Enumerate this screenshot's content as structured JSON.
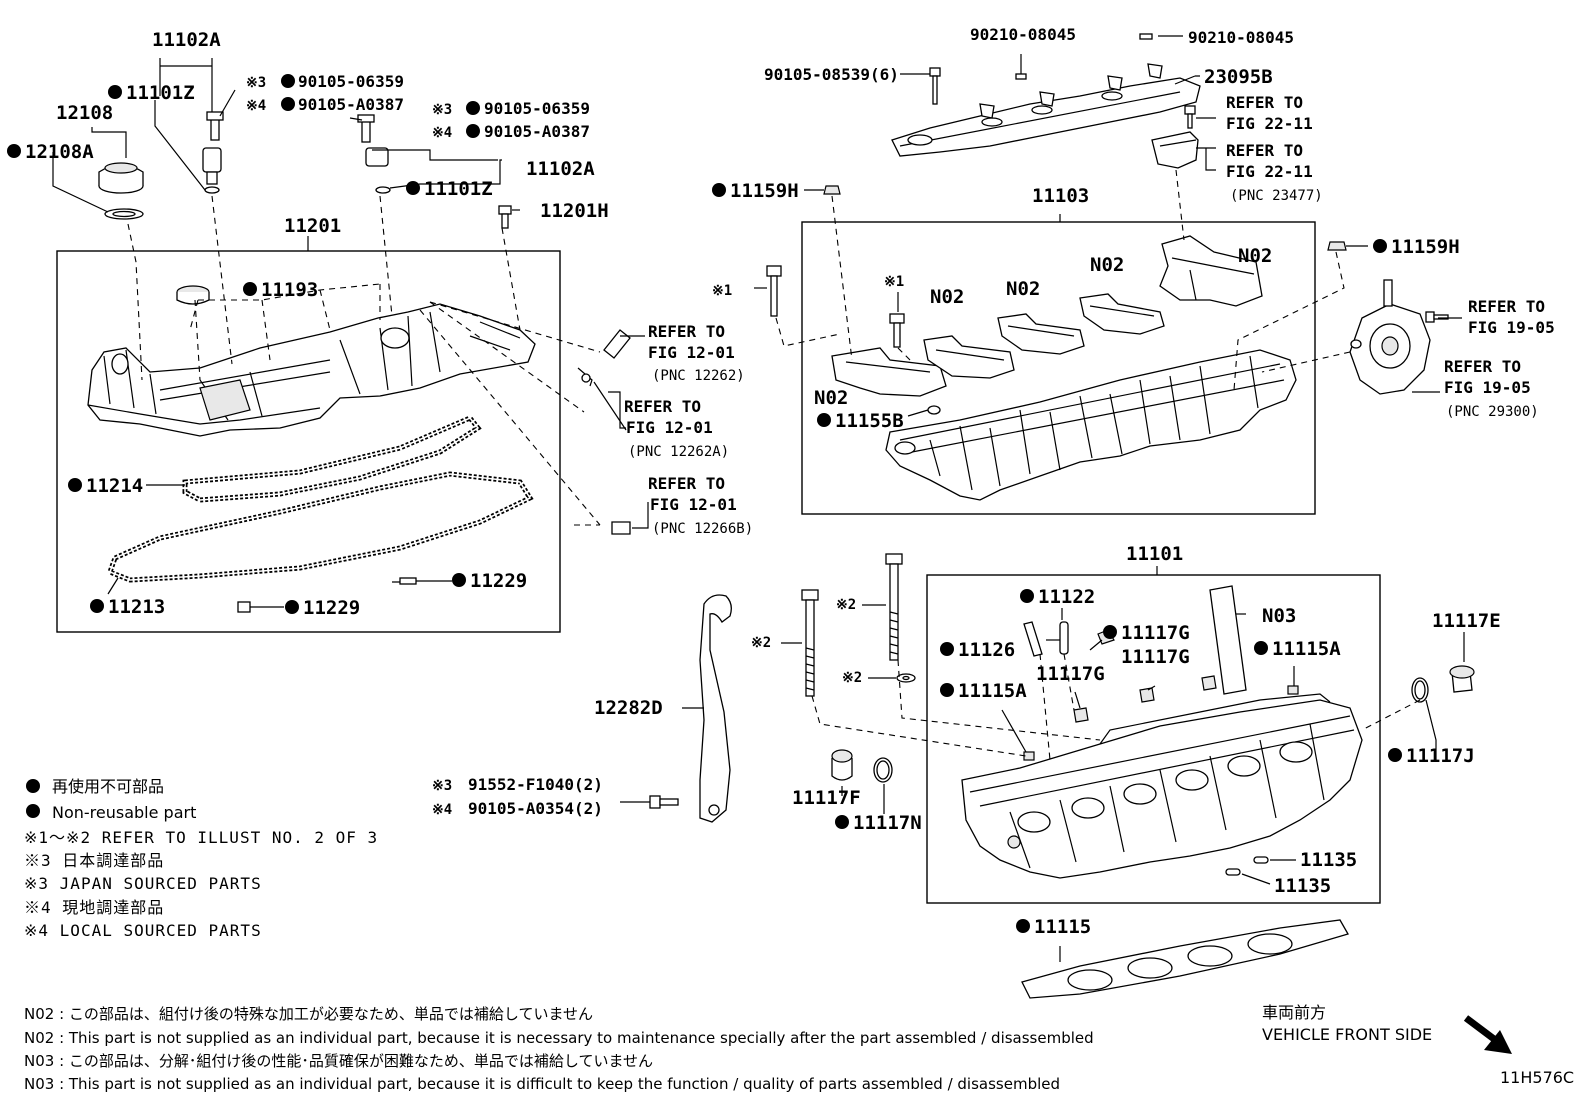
{
  "labels": {
    "p11102A_top": "11102A",
    "p11101Z_top": "11101Z",
    "p12108": "12108",
    "p12108A": "12108A",
    "p90105_06359_a": "90105-06359",
    "p90105_A0387_a": "90105-A0387",
    "p90105_06359_b": "90105-06359",
    "p90105_A0387_b": "90105-A0387",
    "p11102A_mid": "11102A",
    "p11101Z_mid": "11101Z",
    "p11201H": "11201H",
    "p11201": "11201",
    "p11193": "11193",
    "p11214": "11214",
    "p11213": "11213",
    "p11229_a": "11229",
    "p11229_b": "11229",
    "p90210_08045_a": "90210-08045",
    "p90210_08045_b": "90210-08045",
    "p90105_08539": "90105-08539(6)",
    "p23095B": "23095B",
    "p11159H_a": "11159H",
    "p11159H_b": "11159H",
    "p11103": "11103",
    "pN02_a": "N02",
    "pN02_b": "N02",
    "pN02_c": "N02",
    "pN02_d": "N02",
    "pN02_e": "N02",
    "p11155B": "11155B",
    "p11101": "11101",
    "p11122": "11122",
    "pN03": "N03",
    "p11117G_a": "11117G",
    "p11117G_b": "11117G",
    "p11117G_c": "11117G",
    "p11126": "11126",
    "p11115A_a": "11115A",
    "p11115A_b": "11115A",
    "p11117E": "11117E",
    "p11117J": "11117J",
    "p12282D": "12282D",
    "p11117F": "11117F",
    "p11117N": "11117N",
    "p11135_a": "11135",
    "p11135_b": "11135",
    "p11115": "11115",
    "p91552": "91552-F1040(2)",
    "p90105_A0354": "90105-A0354(2)",
    "diagram_code": "11H576C"
  },
  "marks": {
    "m1": "※1",
    "m1b": "※1",
    "m2a": "※2",
    "m2b": "※2",
    "m2c": "※2",
    "m3a": "※3",
    "m4a": "※4",
    "m3b": "※3",
    "m4b": "※4",
    "m3c": "※3",
    "m4c": "※4"
  },
  "refs": {
    "r1_line1": "REFER TO",
    "r1_line2": "FIG 22-11",
    "r2_line1": "REFER TO",
    "r2_line2": "FIG 22-11",
    "r2_pnc": "(PNC 23477)",
    "r3_line1": "REFER TO",
    "r3_line2": "FIG 12-01",
    "r3_pnc": "(PNC 12262)",
    "r4_line1": "REFER TO",
    "r4_line2": "FIG 12-01",
    "r4_pnc": "(PNC 12262A)",
    "r5_line1": "REFER TO",
    "r5_line2": "FIG 12-01",
    "r5_pnc": "(PNC 12266B)",
    "r6_line1": "REFER TO",
    "r6_line2": "FIG 19-05",
    "r7_line1": "REFER TO",
    "r7_line2": "FIG 19-05",
    "r7_pnc": "(PNC 29300)"
  },
  "legend": {
    "nonreuse_jp": "再使用不可部品",
    "nonreuse_en": "Non-reusable part",
    "note12": "※1～※2  REFER TO ILLUST NO. 2 OF 3",
    "note3_jp": "※3 日本調達部品",
    "note3_en": "※3 JAPAN SOURCED PARTS",
    "note4_jp": "※4 現地調達部品",
    "note4_en": "※4 LOCAL SOURCED PARTS"
  },
  "notes": {
    "n02_jp": "N02 : この部品は、組付け後の特殊な加工が必要なため、単品では補給していません",
    "n02_en": "N02 : This part is not supplied as an individual part, because it is necessary to maintenance specially after the part assembled / disassembled",
    "n03_jp": "N03 : この部品は、分解･組付け後の性能･品質確保が困難なため、単品では補給していません",
    "n03_en": "N03 : This part is not supplied as an individual part, because it is difficult to keep the function / quality of parts  assembled / disassembled"
  },
  "front": {
    "jp": "車両前方",
    "en": "VEHICLE FRONT SIDE"
  }
}
